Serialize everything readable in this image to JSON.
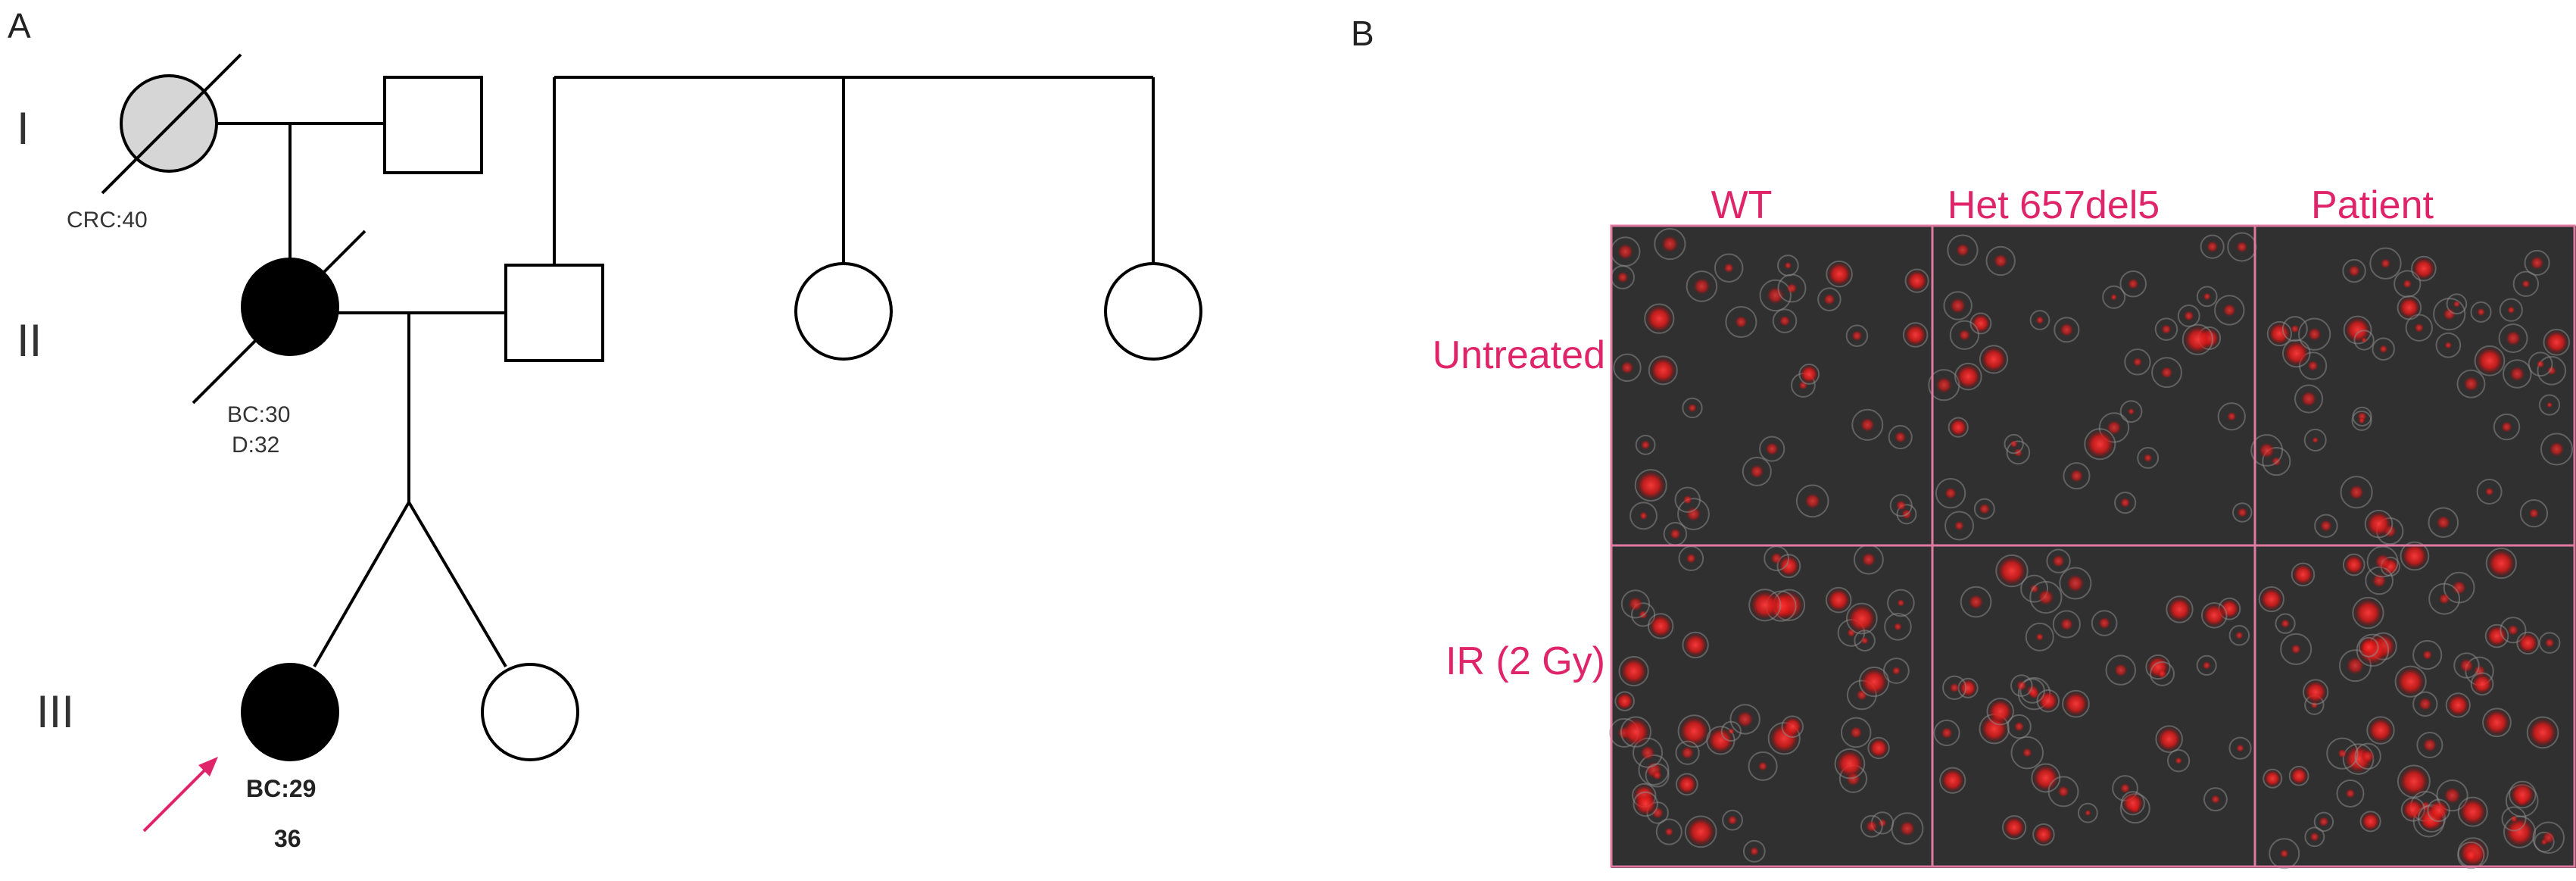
{
  "panel_a": {
    "letter": "A",
    "generations": [
      "I",
      "II",
      "III"
    ],
    "gen1_female_note": "CRC:40",
    "gen2_female_note_1": "BC:30",
    "gen2_female_note_2": "D:32",
    "proband_note_1": "BC:29",
    "proband_note_2": "36",
    "colors": {
      "affected": "#000000",
      "carrier_grey": "#d6d6d6",
      "arrow": "#e0246a"
    }
  },
  "panel_b": {
    "letter": "B",
    "columns": [
      "WT",
      "Het 657del5",
      "Patient"
    ],
    "rows": [
      "Untreated",
      "IR (2 Gy)"
    ],
    "colors": {
      "label": "#e0246a",
      "border": "#e07aa0",
      "background": "#303030",
      "cells": "#ff2a2a"
    }
  }
}
